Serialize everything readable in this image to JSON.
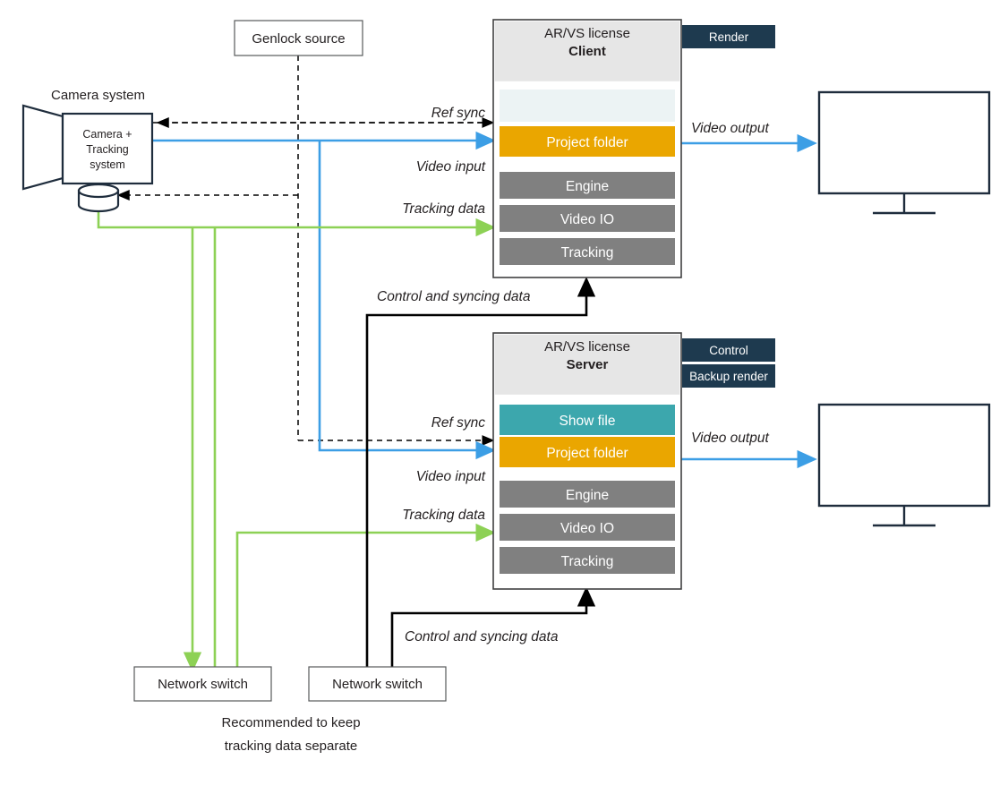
{
  "diagram": {
    "title": "AR/VS client-server signal flow",
    "colors": {
      "blue": "#3c9ee5",
      "green": "#8dd155",
      "orange": "#eaa600",
      "teal": "#3ca7ad",
      "gray_row": "#808080",
      "navy_badge": "#1e3a4f",
      "header_gray": "#e6e6e6",
      "show_file_placeholder": "#ecf3f4"
    },
    "camera": {
      "group_label": "Camera system",
      "body_lines": [
        "Camera +",
        "Tracking",
        "system"
      ]
    },
    "genlock": {
      "label": "Genlock source"
    },
    "client": {
      "header_line1": "AR/VS license",
      "header_line2": "Client",
      "rows": [
        {
          "label": "",
          "kind": "placeholder"
        },
        {
          "label": "Project folder",
          "kind": "orange"
        },
        {
          "label": "Engine",
          "kind": "gray"
        },
        {
          "label": "Video IO",
          "kind": "gray"
        },
        {
          "label": "Tracking",
          "kind": "gray"
        }
      ],
      "badges": [
        "Render"
      ]
    },
    "server": {
      "header_line1": "AR/VS license",
      "header_line2": "Server",
      "rows": [
        {
          "label": "Show file",
          "kind": "teal"
        },
        {
          "label": "Project folder",
          "kind": "orange"
        },
        {
          "label": "Engine",
          "kind": "gray"
        },
        {
          "label": "Video IO",
          "kind": "gray"
        },
        {
          "label": "Tracking",
          "kind": "gray"
        }
      ],
      "badges": [
        "Control",
        "Backup render"
      ]
    },
    "switches": {
      "left_label": "Network switch",
      "right_label": "Network switch",
      "note_line1": "Recommended to keep",
      "note_line2": "tracking data separate"
    },
    "connection_labels": {
      "ref_sync_top": "Ref sync",
      "video_input_top": "Video input",
      "tracking_data_top": "Tracking data",
      "video_output_top": "Video output",
      "control_sync_top": "Control and syncing data",
      "ref_sync_bottom": "Ref sync",
      "video_input_bottom": "Video input",
      "tracking_data_bottom": "Tracking data",
      "video_output_bottom": "Video output",
      "control_sync_bottom": "Control and syncing data"
    },
    "monitors": {
      "top_name": "display-top",
      "bottom_name": "display-bottom"
    }
  }
}
